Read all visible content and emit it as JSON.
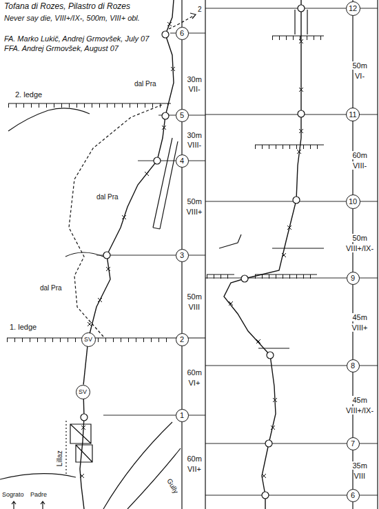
{
  "diagram": {
    "title": "Tofana di Rozes, Pilastro di Rozes",
    "nodes": [
      {
        "text": [
          "6"
        ]
      },
      {
        "text": [
          "5"
        ]
      },
      {
        "text": [
          "4"
        ]
      },
      {
        "text": [
          "3"
        ]
      },
      {
        "text": [
          "SV"
        ]
      },
      {
        "text": [
          "2"
        ]
      },
      {
        "text": [
          "SV"
        ]
      },
      {
        "text": [
          "1"
        ]
      },
      {
        "text": [
          "12"
        ]
      },
      {
        "text": [
          "11"
        ]
      },
      {
        "text": [
          "10"
        ]
      },
      {
        "text": [
          "9"
        ]
      },
      {
        "text": [
          "8"
        ]
      },
      {
        "text": [
          "7"
        ]
      },
      {
        "text": [
          "6"
        ]
      }
    ],
    "edges": [
      {
        "from": 6,
        "to": 4,
        "arrow": "none"
      }
    ],
    "labels": [
      "Never say die, VIII+/IX-, 500m, VIII+ obl.",
      "FA. Marko Lukič, Andrej Grmovšek, July 07",
      "FFA. Andrej Grmovšek, August 07",
      "2. ledge",
      "1. ledge",
      "dal Pra",
      "dal Pra",
      "dal Pra",
      "2",
      "Lillaz",
      "Sograto",
      "Padre",
      "Gully",
      "30m",
      "VII-",
      "30m",
      "VIII-",
      "50m",
      "VIII+",
      "50m",
      "VIII",
      "60m",
      "VI+",
      "60m",
      "VII+",
      "50m",
      "VI-",
      "60m",
      "VIII-",
      "50m",
      "VIII+/IX-",
      "45m",
      "VIII+",
      "45m",
      "VIII+/IX-",
      "35m",
      "VIII"
    ]
  }
}
